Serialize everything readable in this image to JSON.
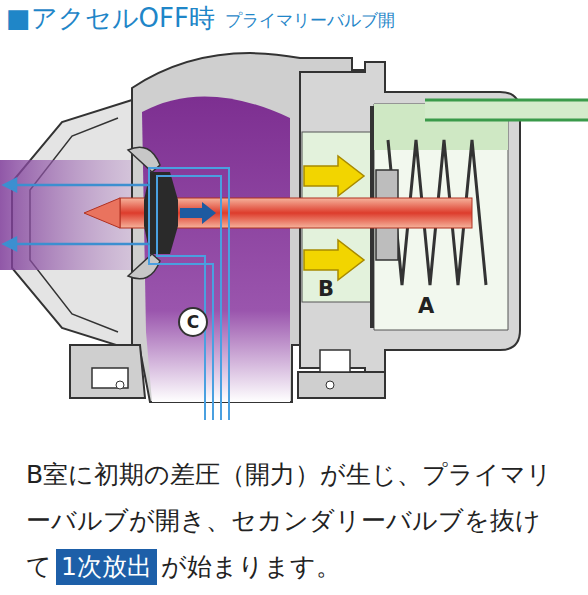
{
  "diagram": {
    "title": "■アクセルOFF時",
    "caption": "B室に初期の差圧（開力）が生じ、プライマリーバルブが開き、セカンダリーバルブを抜けて",
    "nodes": [
      {
        "text": [
          "C"
        ]
      },
      {
        "text": [
          "1次放出"
        ]
      }
    ],
    "labels": [
      "プライマリーバルブ開",
      "B",
      "A",
      "が始まります。"
    ]
  }
}
